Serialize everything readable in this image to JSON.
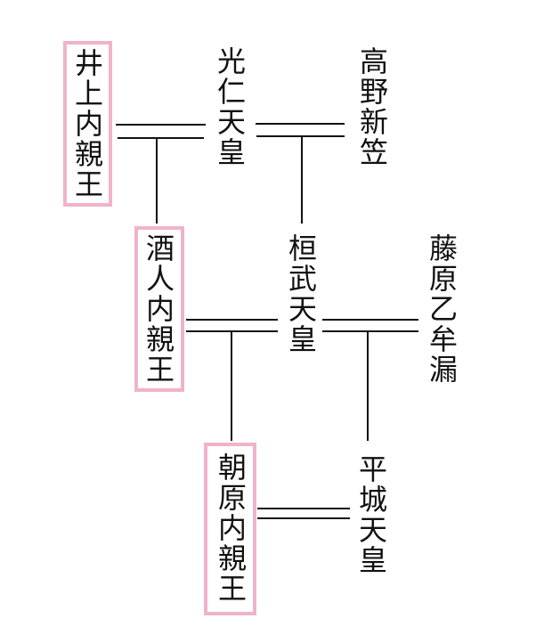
{
  "people": {
    "inoue": "井上内親王",
    "konin": "光仁天皇",
    "takano": "高野新笠",
    "sakahito": "酒人内親王",
    "kanmu": "桓武天皇",
    "otomuro": "藤原乙牟漏",
    "asahara": "朝原内親王",
    "heizei": "平城天皇"
  },
  "highlight_color": "#f0b3cb"
}
